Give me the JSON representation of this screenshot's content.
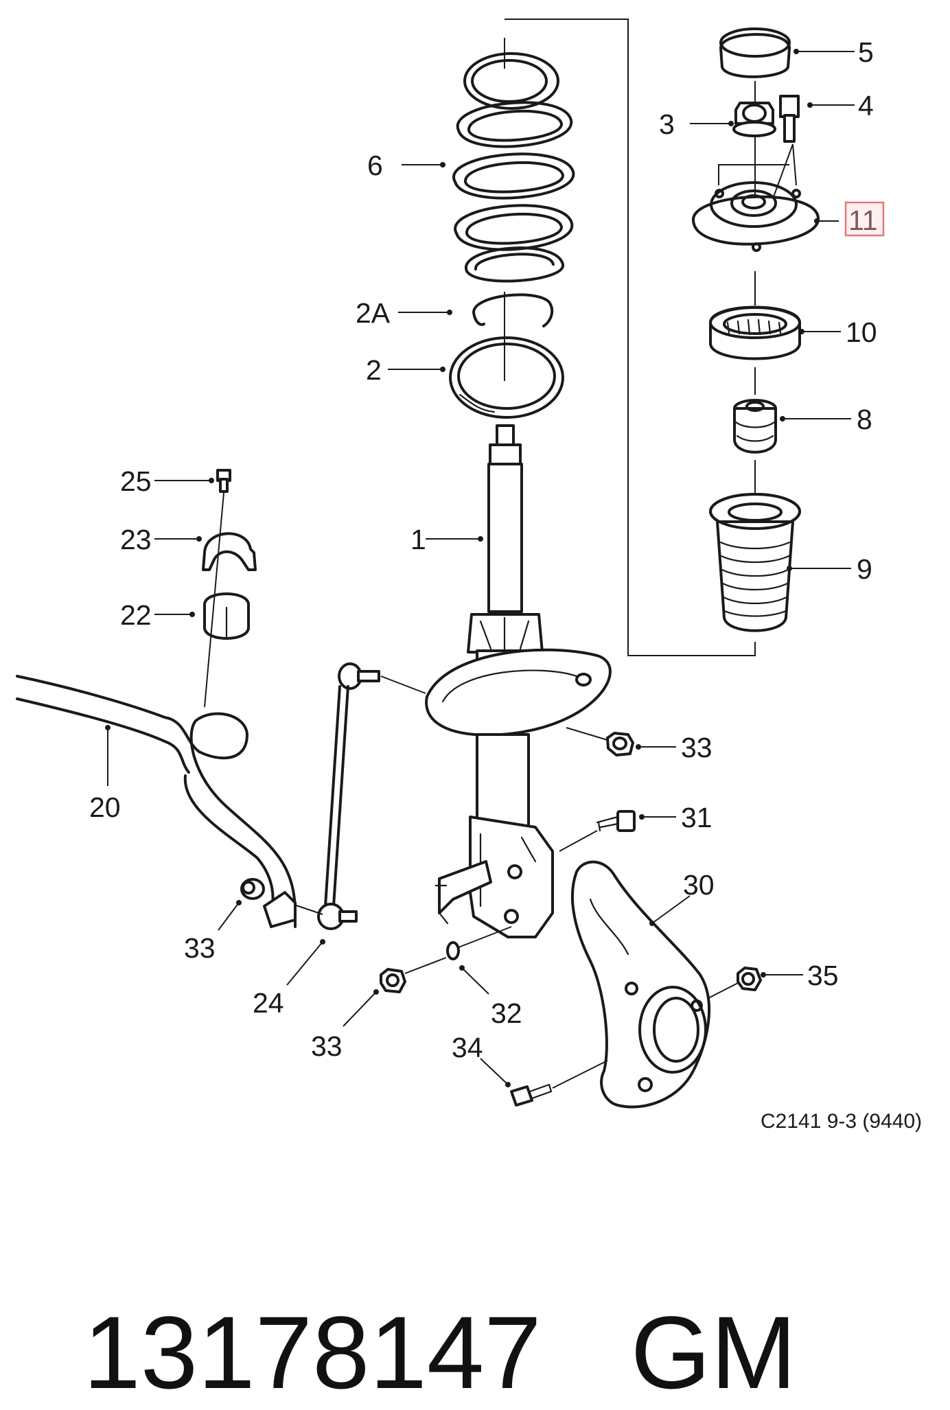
{
  "diagram": {
    "ref_code": "C2141 9-3 (9440)",
    "highlighted_callout": "11",
    "callouts": {
      "c5": "5",
      "c4": "4",
      "c3": "3",
      "c6": "6",
      "c11": "11",
      "c2a": "2A",
      "c2": "2",
      "c10": "10",
      "c8": "8",
      "c9": "9",
      "c25": "25",
      "c23": "23",
      "c22": "22",
      "c1": "1",
      "c20": "20",
      "c33a": "33",
      "c31": "31",
      "c30": "30",
      "c33b": "33",
      "c35": "35",
      "c24": "24",
      "c32": "32",
      "c33c": "33",
      "c34": "34"
    }
  },
  "footer": {
    "part_number": "13178147",
    "brand": "GM"
  },
  "colors": {
    "line": "#1a1a1a",
    "highlight_border": "#e07a7a",
    "highlight_fill": "#fdf0f0"
  }
}
